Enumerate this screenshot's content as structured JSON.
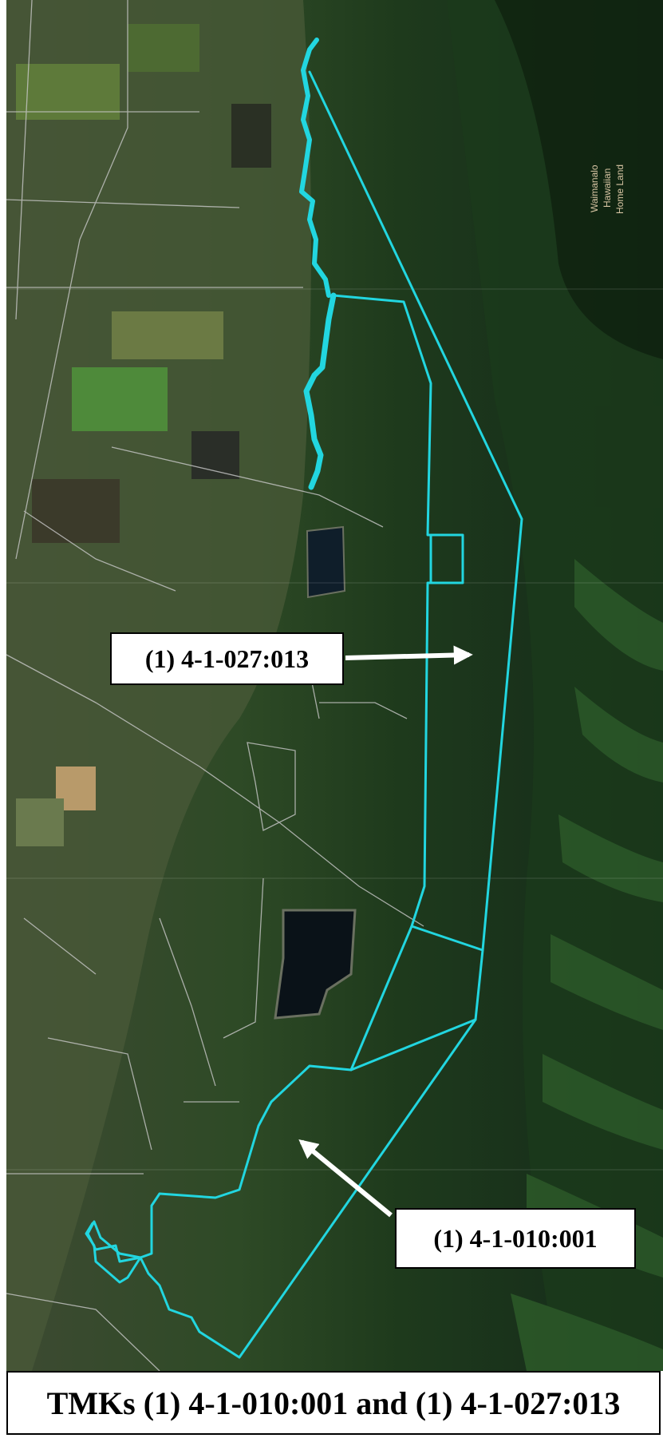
{
  "map": {
    "parcel_labels": [
      {
        "text": "(1) 4-1-027:013"
      },
      {
        "text": "(1) 4-1-010:001"
      }
    ],
    "caption": "TMKs (1) 4-1-010:001 and (1) 4-1-027:013",
    "land_label": [
      "Waimanalo",
      "Hawaiian",
      "Home Land"
    ],
    "colors": {
      "boundary": "#22d6e0",
      "arrow": "#ffffff",
      "parcel_lines": "#c8c8c8",
      "forest": "#1e3a1c",
      "label_bg": "#ffffff"
    }
  }
}
